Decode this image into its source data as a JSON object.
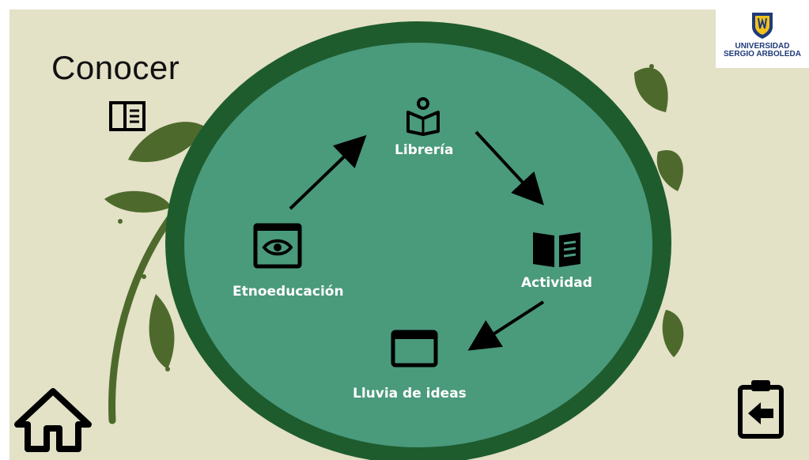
{
  "page": {
    "title": "Conocer"
  },
  "brand": {
    "line1": "UNIVERSIDAD",
    "line2": "SERGIO ARBOLEDA"
  },
  "diagram": {
    "nodes": [
      {
        "id": "libreria",
        "label": "Librería",
        "icon": "reader-icon"
      },
      {
        "id": "actividad",
        "label": "Actividad",
        "icon": "open-book-icon"
      },
      {
        "id": "lluvia",
        "label": "Lluvia de ideas",
        "icon": "window-icon"
      },
      {
        "id": "etnoeducacion",
        "label": "Etnoeducación",
        "icon": "eye-icon"
      }
    ]
  },
  "colors": {
    "background": "#e3e1c6",
    "circle_fill": "#4a9a7c",
    "circle_ring": "#1e5c2e",
    "leaf": "#4d6a2c",
    "text_dark": "#111111",
    "text_light": "#ffffff"
  }
}
